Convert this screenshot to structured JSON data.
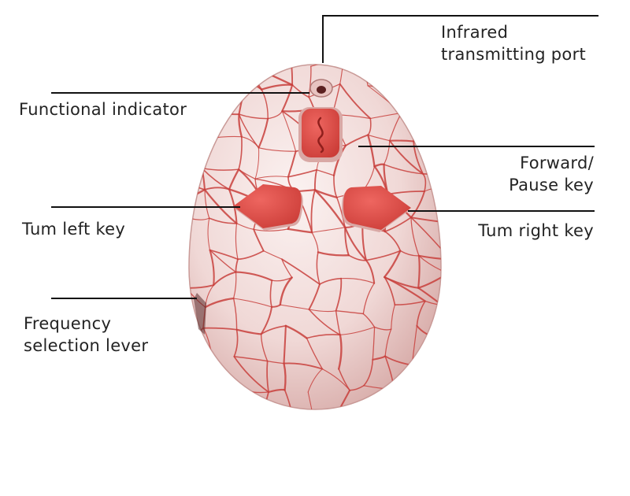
{
  "labels": {
    "infrared": {
      "line1": "Infrared",
      "line2": "transmitting port"
    },
    "functional": "Functional indicator",
    "forward": {
      "line1": "Forward/",
      "line2": "Pause key"
    },
    "turn_left": "Tum left key",
    "turn_right": "Tum right key",
    "frequency": {
      "line1": "Frequency",
      "line2": "selection lever"
    }
  },
  "colors": {
    "egg_shell": "#f0d8d6",
    "egg_shadow": "#d8aaa8",
    "crack": "#c8403c",
    "button": "#e04a44",
    "leader_line": "#111111"
  }
}
